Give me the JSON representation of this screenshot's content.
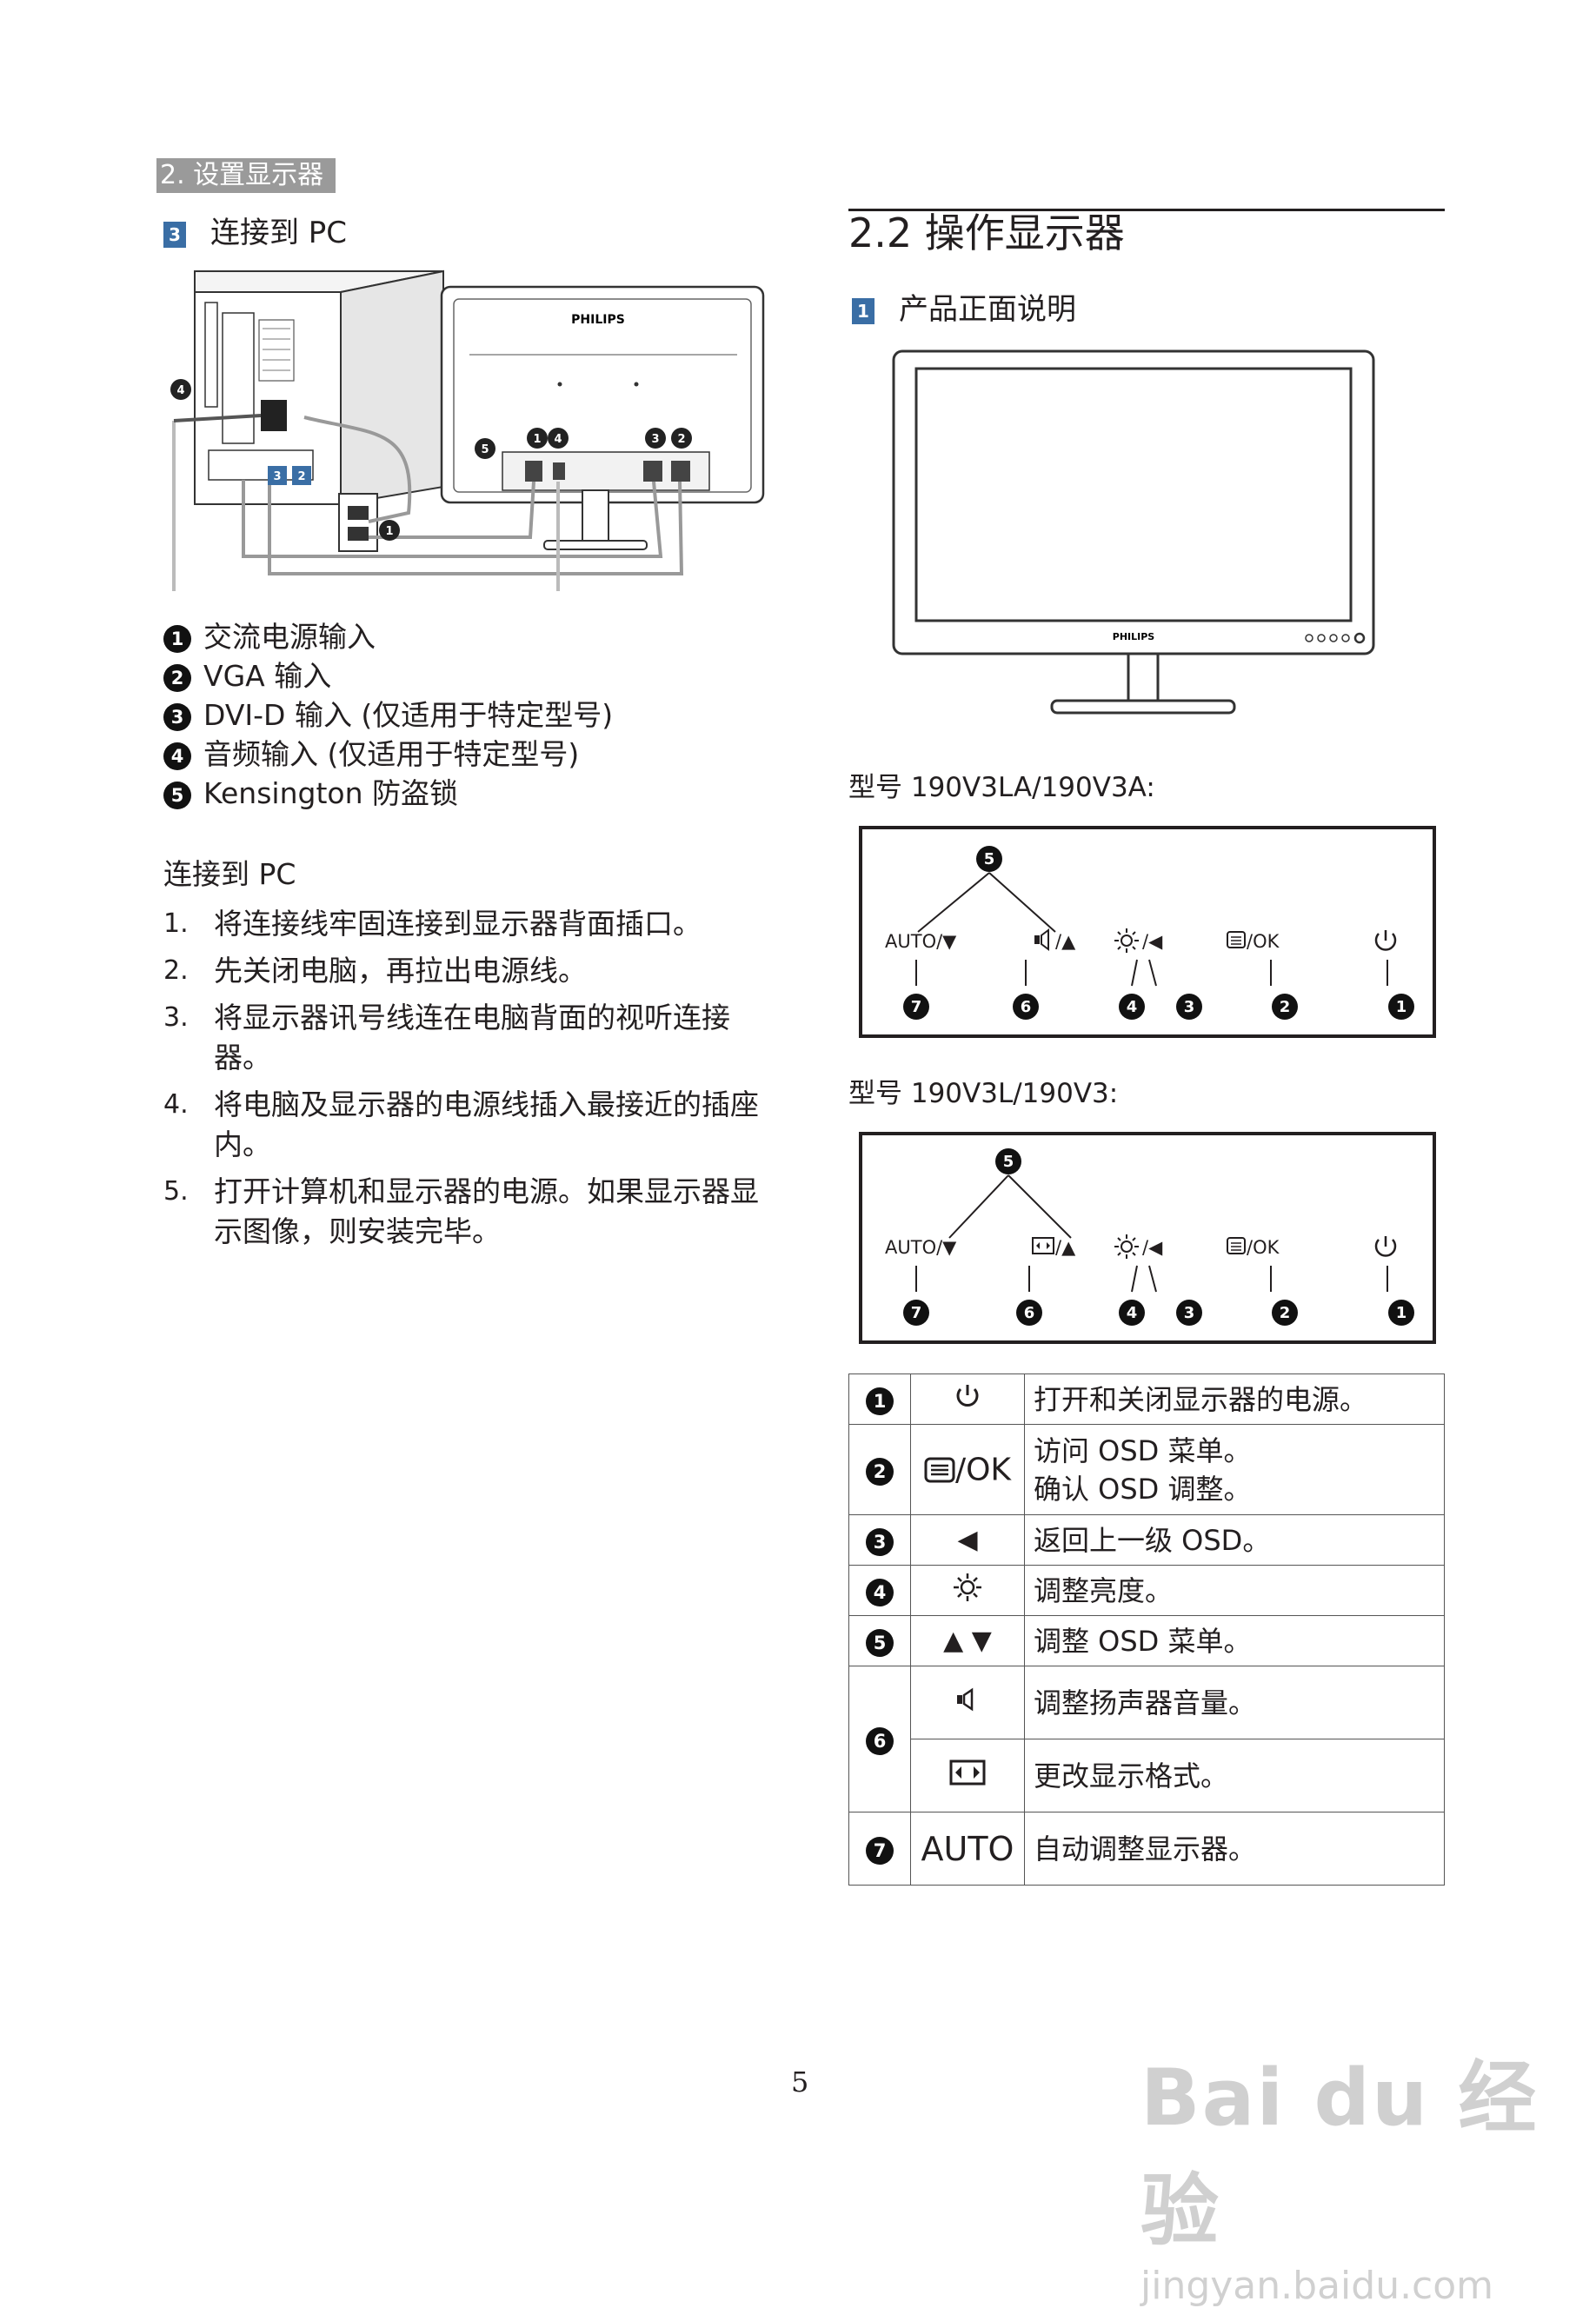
{
  "chapter_tag": "2. 设置显示器",
  "left": {
    "step_num": "3",
    "heading": "连接到 PC",
    "diagram": {
      "brand": "PHILIPS",
      "callouts": [
        "1",
        "2",
        "3",
        "4",
        "5"
      ]
    },
    "ports": [
      {
        "num": "1",
        "text": "交流电源输入"
      },
      {
        "num": "2",
        "text": "VGA 输入"
      },
      {
        "num": "3",
        "text": "DVI-D 输入 (仅适用于特定型号)"
      },
      {
        "num": "4",
        "text": "音频输入 (仅适用于特定型号)"
      },
      {
        "num": "5",
        "text": "Kensington 防盗锁"
      }
    ],
    "connect_heading": "连接到 PC",
    "steps": [
      {
        "n": "1.",
        "text": "将连接线牢固连接到显示器背面插口。"
      },
      {
        "n": "2.",
        "text": "先关闭电脑，再拉出电源线。"
      },
      {
        "n": "3.",
        "text": "将显示器讯号线连在电脑背面的视听连接器。"
      },
      {
        "n": "4.",
        "text": "将电脑及显示器的电源线插入最接近的插座内。"
      },
      {
        "n": "5.",
        "text": "打开计算机和显示器的电源。如果显示器显示图像，则安装完毕。"
      }
    ]
  },
  "right": {
    "section_title": "2.2  操作显示器",
    "step_num": "1",
    "sub_heading": "产品正面说明",
    "monitor_brand": "PHILIPS",
    "model_a": "型号 190V3LA/190V3A:",
    "model_b": "型号 190V3L/190V3:",
    "panel_a": {
      "auto": "AUTO/▼",
      "mid": "/▲",
      "bright": "/◀",
      "ok": "/OK",
      "nums": [
        "7",
        "6",
        "4",
        "3",
        "2",
        "1"
      ],
      "top": "5"
    },
    "panel_b": {
      "auto": "AUTO/▼",
      "mid": "/▲",
      "bright": "/◀",
      "ok": "/OK",
      "nums": [
        "7",
        "6",
        "4",
        "3",
        "2",
        "1"
      ],
      "top": "5"
    },
    "table": [
      {
        "num": "1",
        "icon": "power-icon",
        "desc": "打开和关闭显示器的电源。"
      },
      {
        "num": "2",
        "icon": "menu-icon",
        "label": "/OK",
        "desc1": "访问 OSD 菜单。",
        "desc2": "确认 OSD 调整。"
      },
      {
        "num": "3",
        "icon": "left-triangle-icon",
        "glyph": "◀",
        "desc": "返回上一级 OSD。"
      },
      {
        "num": "4",
        "icon": "brightness-icon",
        "desc": "调整亮度。"
      },
      {
        "num": "5",
        "icon": "up-down-icon",
        "glyph": "▲ ▼",
        "desc": "调整 OSD 菜单。"
      },
      {
        "num": "6",
        "icon": "speaker-icon",
        "desc": "调整扬声器音量。",
        "icon2": "format-icon",
        "desc2": "更改显示格式。"
      },
      {
        "num": "7",
        "icon": "auto-text",
        "label": "AUTO",
        "desc": "自动调整显示器。"
      }
    ]
  },
  "page_number": "5",
  "watermark": {
    "brand": "Bai du 经验",
    "url": "jingyan.baidu.com"
  }
}
